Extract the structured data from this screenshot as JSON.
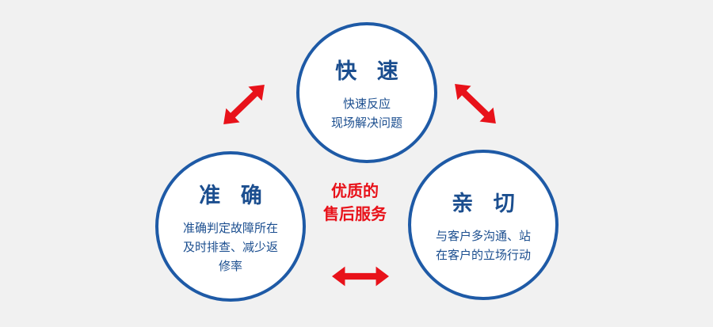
{
  "colors": {
    "bg": "#f1f1f1",
    "circle_fill": "#ffffff",
    "blue_border": "#1e5aa6",
    "blue_text": "#1b4e8f",
    "red": "#e8121a"
  },
  "center": {
    "label": "优质的\n售后服务"
  },
  "circles": [
    {
      "id": "fast",
      "title": "快 速",
      "desc": "快速反应\n现场解决问题"
    },
    {
      "id": "accurate",
      "title": "准 确",
      "desc": "准确判定故障所在\n及时排查、减少返\n修率"
    },
    {
      "id": "kind",
      "title": "亲 切",
      "desc": "与客户多沟通、站\n在客户的立场行动"
    }
  ],
  "arrows": [
    {
      "id": "arrow-left",
      "meaning": "exchange between fast and accurate"
    },
    {
      "id": "arrow-right",
      "meaning": "exchange between fast and kind"
    },
    {
      "id": "arrow-bottom",
      "meaning": "exchange between accurate and kind"
    }
  ]
}
